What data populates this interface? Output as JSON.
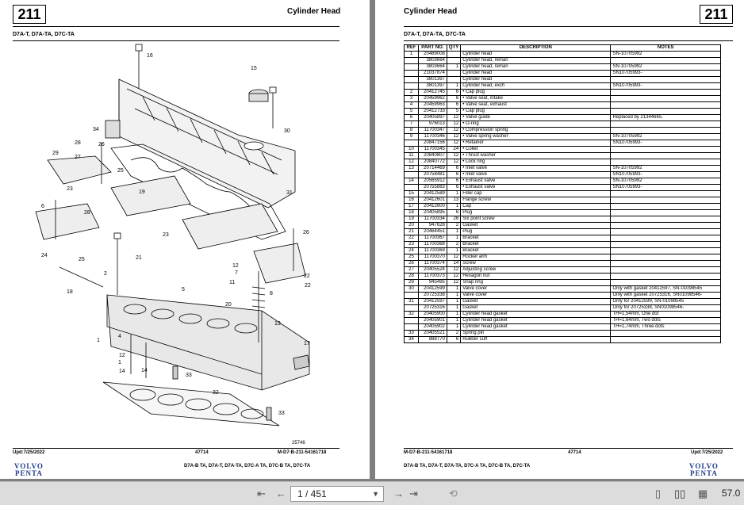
{
  "left_page": {
    "page_number": "211",
    "title": "Cylinder Head",
    "models": "D7A-T, D7A-TA, D7C-TA",
    "drawing_number": "25746",
    "footer_date": "Upd:7/25/2022",
    "footer_ref": "47714",
    "footer_code": "M-D7-B-211-54161718",
    "footer_models": "D7A-B TA, D7A-T, D7A-TA, D7C-A TA, D7C-B TA, D7C-TA",
    "logo_line1": "VOLVO",
    "logo_line2": "PENTA",
    "callouts": [
      "16",
      "15",
      "34",
      "30",
      "29",
      "28",
      "26",
      "27",
      "25",
      "6",
      "31",
      "23",
      "19",
      "28",
      "21",
      "22",
      "2",
      "7",
      "24",
      "25",
      "12",
      "11",
      "26",
      "5",
      "23",
      "20",
      "13",
      "8",
      "22",
      "18",
      "1",
      "4",
      "12",
      "1",
      "14",
      "17",
      "14",
      "32",
      "33",
      "33"
    ]
  },
  "right_page": {
    "page_number": "211",
    "title": "Cylinder Head",
    "models": "D7A-T, D7A-TA, D7C-TA",
    "footer_date": "Upd:7/25/2022",
    "footer_ref": "47714",
    "footer_code": "M-D7-B-211-54161718",
    "footer_models": "D7A-B TA, D7A-T, D7A-TA, D7C-A TA, D7C-B TA, D7C-TA",
    "logo_line1": "VOLVO",
    "logo_line2": "PENTA",
    "table_headers": [
      "REF",
      "PART NO.",
      "QTY",
      "DESCRIPTION",
      "NOTES"
    ],
    "rows": [
      [
        "1",
        "20489008",
        "",
        "Cylinder head",
        "SN-10705992"
      ],
      [
        "",
        "3803664",
        "",
        "Cylinder head, reman",
        ""
      ],
      [
        "",
        "3803664",
        "1",
        "Cylinder head, reman",
        "SN-10705992"
      ],
      [
        "",
        "21037874",
        "",
        "Cylinder head",
        "SN10705993-"
      ],
      [
        "",
        "3801397",
        "",
        "Cylinder head",
        ""
      ],
      [
        "",
        "3801397",
        "1",
        "Cylinder head, exch",
        "SN10705993-"
      ],
      [
        "2",
        "20412745",
        "6",
        "• Cap plug",
        ""
      ],
      [
        "3",
        "20459962",
        "6",
        "• Valve seat, intake",
        ""
      ],
      [
        "4",
        "20459963",
        "6",
        "• Valve seat, exhaust",
        ""
      ],
      [
        "5",
        "20412733",
        "5",
        "• Cap plug",
        ""
      ],
      [
        "6",
        "20405897",
        "12",
        "• Valve guide",
        "Replaced by 21344665."
      ],
      [
        "7",
        "976013",
        "12",
        "• O-ring",
        ""
      ],
      [
        "8",
        "11700347",
        "12",
        "• Compression spring",
        ""
      ],
      [
        "9",
        "11700346",
        "12",
        "• Valve spring washer",
        "SN-10705992"
      ],
      [
        "",
        "20847156",
        "12",
        "• Retainer",
        "SN10705993-"
      ],
      [
        "10",
        "11700345",
        "24",
        "• Collet",
        ""
      ],
      [
        "11",
        "20840807",
        "12",
        "• Thrust washer",
        ""
      ],
      [
        "12",
        "20840772",
        "12",
        "• Lock ring",
        ""
      ],
      [
        "13",
        "20714469",
        "6",
        "• Inlet valve",
        "SN-10705992"
      ],
      [
        "",
        "20758481",
        "6",
        "• Inlet valve",
        "SN10705993-"
      ],
      [
        "14",
        "20565912",
        "6",
        "• Exhaust valve",
        "SN-10705992"
      ],
      [
        "",
        "20755883",
        "6",
        "• Exhaust valve",
        "SN10705993-"
      ],
      [
        "15",
        "20412589",
        "1",
        "Filler cap",
        ""
      ],
      [
        "16",
        "20412601",
        "13",
        "Flange screw",
        ""
      ],
      [
        "17",
        "20412600",
        "1",
        "Cap",
        ""
      ],
      [
        "18",
        "20405895",
        "6",
        "Plug",
        ""
      ],
      [
        "19",
        "11700334",
        "26",
        "Six point screw",
        ""
      ],
      [
        "20",
        "947628",
        "2",
        "Gasket",
        ""
      ],
      [
        "21",
        "20464451",
        "1",
        "Plug",
        ""
      ],
      [
        "22",
        "11700367",
        "1",
        "Bracket",
        ""
      ],
      [
        "23",
        "11700368",
        "2",
        "Bracket",
        ""
      ],
      [
        "24",
        "11700369",
        "1",
        "Bracket",
        ""
      ],
      [
        "25",
        "11700370",
        "12",
        "Rocker arm",
        ""
      ],
      [
        "26",
        "11700374",
        "14",
        "Screw",
        ""
      ],
      [
        "27",
        "20405524",
        "12",
        "Adjusting screw",
        ""
      ],
      [
        "28",
        "11700373",
        "12",
        "Hexagon nut",
        ""
      ],
      [
        "29",
        "945495",
        "12",
        "Snap ring",
        ""
      ],
      [
        "30",
        "20412599",
        "1",
        "Valve cover",
        "Only with gasket 20412597, SN-01098545"
      ],
      [
        "",
        "20725338",
        "1",
        "Valve cover",
        "Only with gasket 20725316, SN01098546-"
      ],
      [
        "31",
        "20412597",
        "1",
        "Gasket",
        "Only for 20412599, SN-01098545"
      ],
      [
        "",
        "20725316",
        "1",
        "Gasket",
        "Only for 20725338, SN01098546-"
      ],
      [
        "32",
        "20405900",
        "1",
        "Cylinder head gasket",
        "TH=1,54mm, One dot"
      ],
      [
        "",
        "20405901",
        "1",
        "Cylinder head gasket",
        "TH=1,64mm, Two dots"
      ],
      [
        "",
        "20405902",
        "1",
        "Cylinder head gasket",
        "TH=1,74mm, Three dots"
      ],
      [
        "33",
        "20405521",
        "2",
        "Spring pin",
        ""
      ],
      [
        "34",
        "888770",
        "6",
        "Rubber cuff",
        ""
      ]
    ]
  },
  "toolbar": {
    "page_indicator": "1 / 451",
    "zoom": "57.0"
  }
}
